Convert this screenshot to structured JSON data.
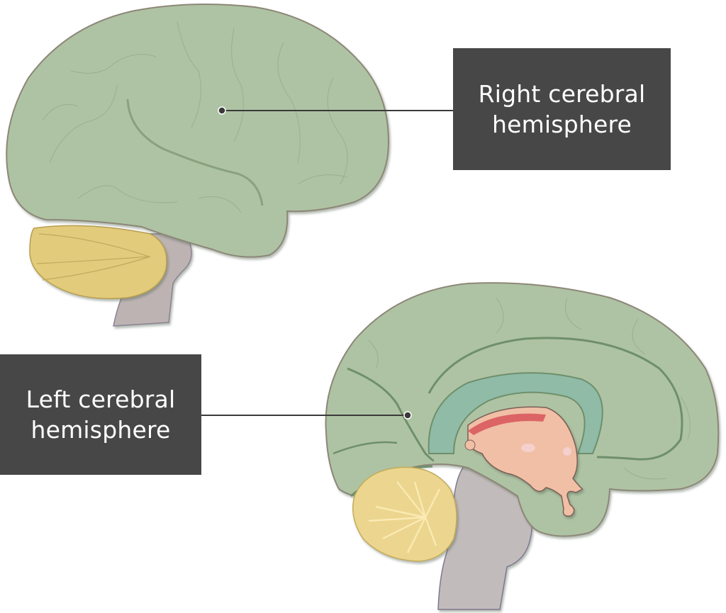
{
  "diagram": {
    "title": "Cerebral hemispheres",
    "views": [
      {
        "name": "lateral-view",
        "description": "Lateral view of the brain"
      },
      {
        "name": "midsagittal-view",
        "description": "Midsagittal section of the brain"
      }
    ],
    "labels": [
      {
        "id": "right",
        "lines": [
          "Right cerebral",
          "hemisphere"
        ],
        "points_to": "lateral-view cerebrum"
      },
      {
        "id": "left",
        "lines": [
          "Left cerebral",
          "hemisphere"
        ],
        "points_to": "midsagittal-view cerebrum"
      }
    ],
    "colors": {
      "cerebrum": "#aec3a3",
      "cerebrum_outline": "#8d8778",
      "gyrus_line": "#7f9a78",
      "cerebellum": "#e3cb7c",
      "brainstem": "#bdb3b3",
      "corpus_callosum": "#8fbba7",
      "diencephalon": "#f0bfa6",
      "fornix_accent": "#dc6464",
      "label_bg": "#474747",
      "label_text": "#ffffff",
      "leader_line": "#3a3a3a"
    }
  }
}
